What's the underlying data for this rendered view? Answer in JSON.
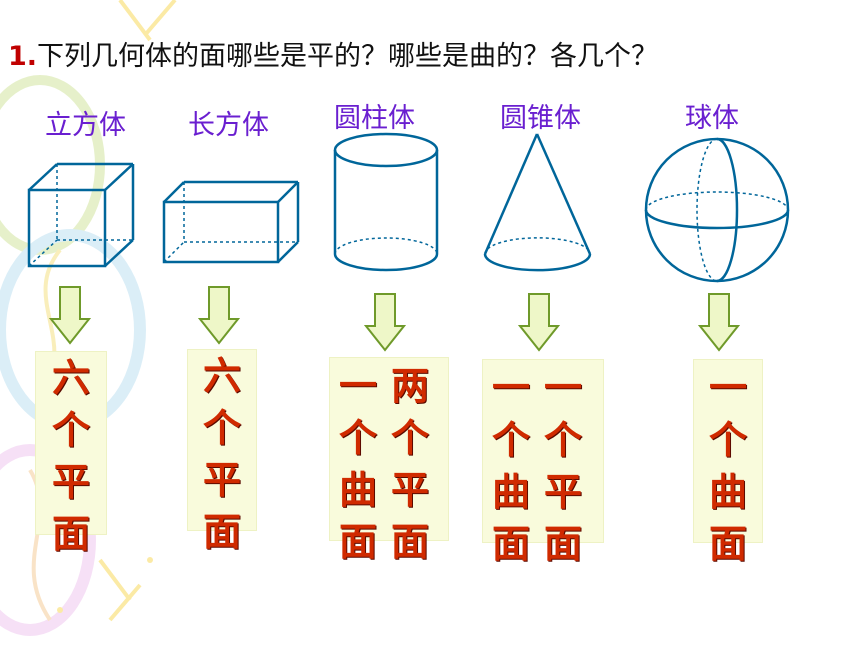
{
  "question": {
    "number": "1.",
    "text": "下列几何体的面哪些是平的？哪些是曲的？各几个？"
  },
  "shapes": [
    {
      "id": "cube",
      "label": "立方体",
      "faces": [
        [
          "六",
          "个",
          "平",
          "面"
        ]
      ]
    },
    {
      "id": "cuboid",
      "label": "长方体",
      "faces": [
        [
          "六",
          "个",
          "平",
          "面"
        ]
      ]
    },
    {
      "id": "cylinder",
      "label": "圆柱体",
      "faces": [
        [
          "一",
          "个",
          "曲",
          "面"
        ],
        [
          "两",
          "个",
          "平",
          "面"
        ]
      ]
    },
    {
      "id": "cone",
      "label": "圆锥体",
      "faces": [
        [
          "一",
          "个",
          "曲",
          "面"
        ],
        [
          "一",
          "个",
          "平",
          "面"
        ]
      ]
    },
    {
      "id": "sphere",
      "label": "球体",
      "faces": [
        [
          "一",
          "个",
          "曲",
          "面"
        ]
      ]
    }
  ],
  "colors": {
    "label": "#6a1fd0",
    "shape_stroke": "#00669a",
    "answer_text": "#d02a00",
    "card_bg": "#f9fbdc",
    "arrow_fill": "#eef7c8",
    "arrow_stroke": "#6f9a2a"
  }
}
